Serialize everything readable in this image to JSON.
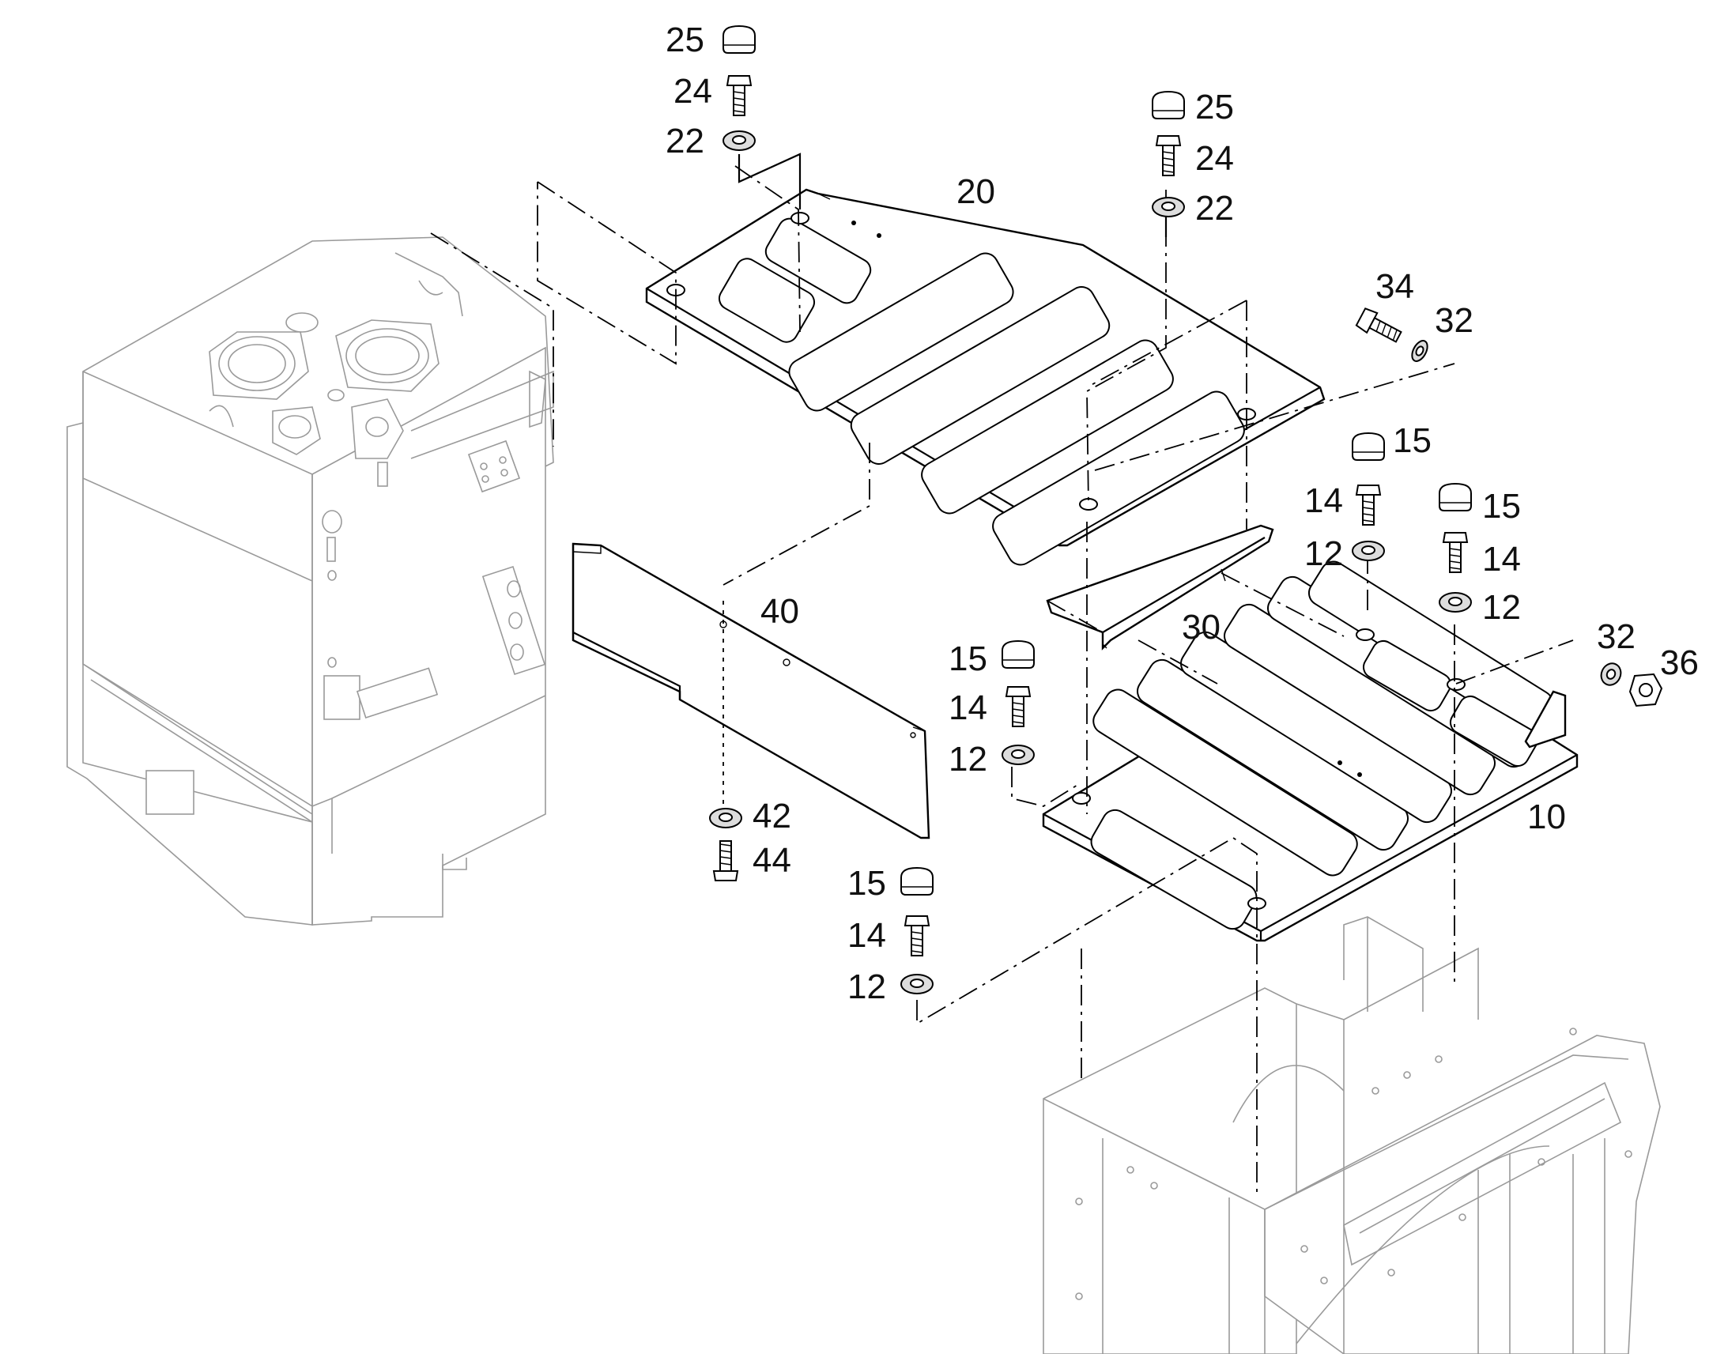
{
  "callouts": {
    "c25a": "25",
    "c24a": "24",
    "c22a": "22",
    "c25b": "25",
    "c24b": "24",
    "c22b": "22",
    "c20": "20",
    "c34": "34",
    "c32a": "32",
    "c15a": "15",
    "c14a": "14",
    "c12a": "12",
    "c15b": "15",
    "c14b": "14",
    "c12b": "12",
    "c40": "40",
    "c30": "30",
    "c15c": "15",
    "c14c": "14",
    "c12c": "12",
    "c32b": "32",
    "c36": "36",
    "c10": "10",
    "c42": "42",
    "c44": "44",
    "c15d": "15",
    "c14d": "14",
    "c12d": "12"
  },
  "icons": {
    "cap": "cap-plug-icon",
    "bolt": "hex-bolt-icon",
    "washer": "washer-icon",
    "nut": "hex-nut-icon"
  }
}
